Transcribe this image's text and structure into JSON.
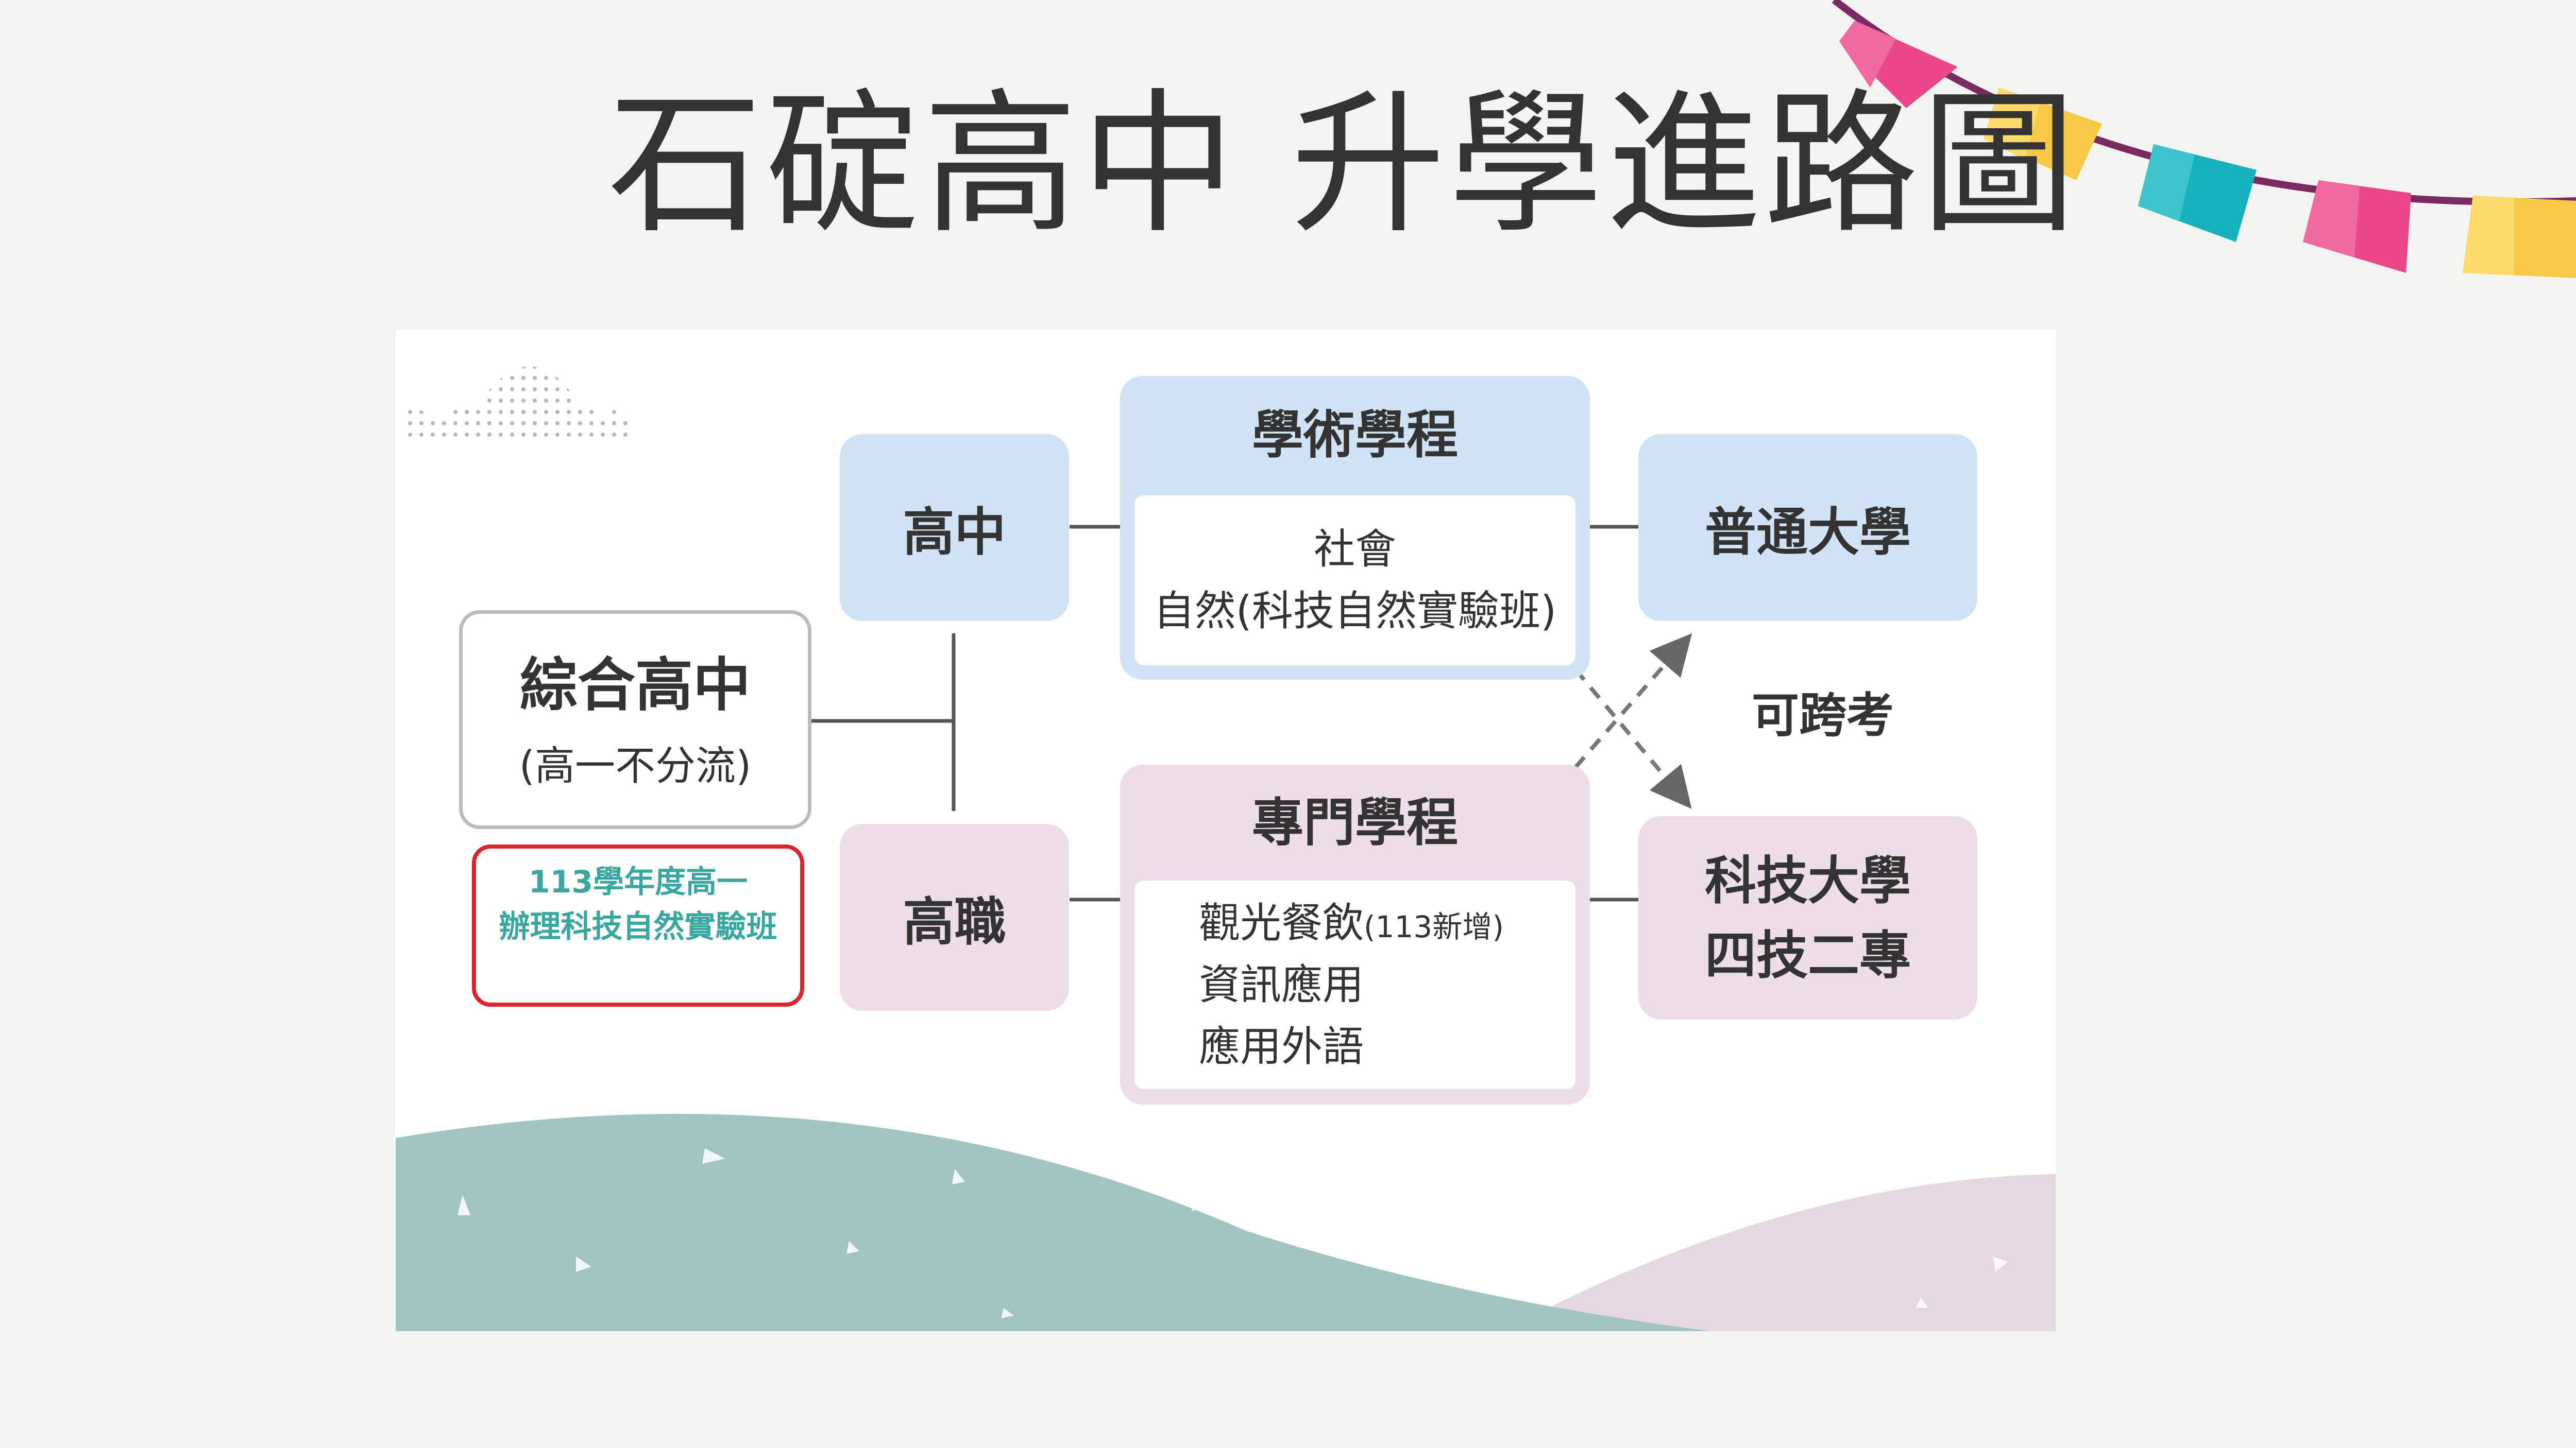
{
  "title": "石碇高中 升學進路圖",
  "diagram": {
    "comprehensive": {
      "name": "綜合高中",
      "note": "(高一不分流)"
    },
    "special_class": {
      "line1": "113學年度高一",
      "line2": "辦理科技自然實驗班"
    },
    "high_school": "高中",
    "vocational": "高職",
    "academic_program": {
      "title": "學術學程",
      "items": [
        "社會",
        "自然(科技自然實驗班)"
      ]
    },
    "professional_program": {
      "title": "專門學程",
      "items": [
        {
          "text": "觀光餐飲",
          "note": "(113新增)"
        },
        {
          "text": "資訊應用",
          "note": ""
        },
        {
          "text": "應用外語",
          "note": ""
        }
      ]
    },
    "general_university": "普通大學",
    "tech_university": {
      "line1": "科技大學",
      "line2": "四技二專"
    },
    "cross_note": "可跨考"
  },
  "colors": {
    "blue_box": "#cfe3f4",
    "pink_box": "#eddde8",
    "teal_text": "#3aa6a0",
    "red_border": "#d9262e",
    "connector": "#555555",
    "hill_teal": "#9fc4c2",
    "hill_pink": "#e4d8de"
  }
}
